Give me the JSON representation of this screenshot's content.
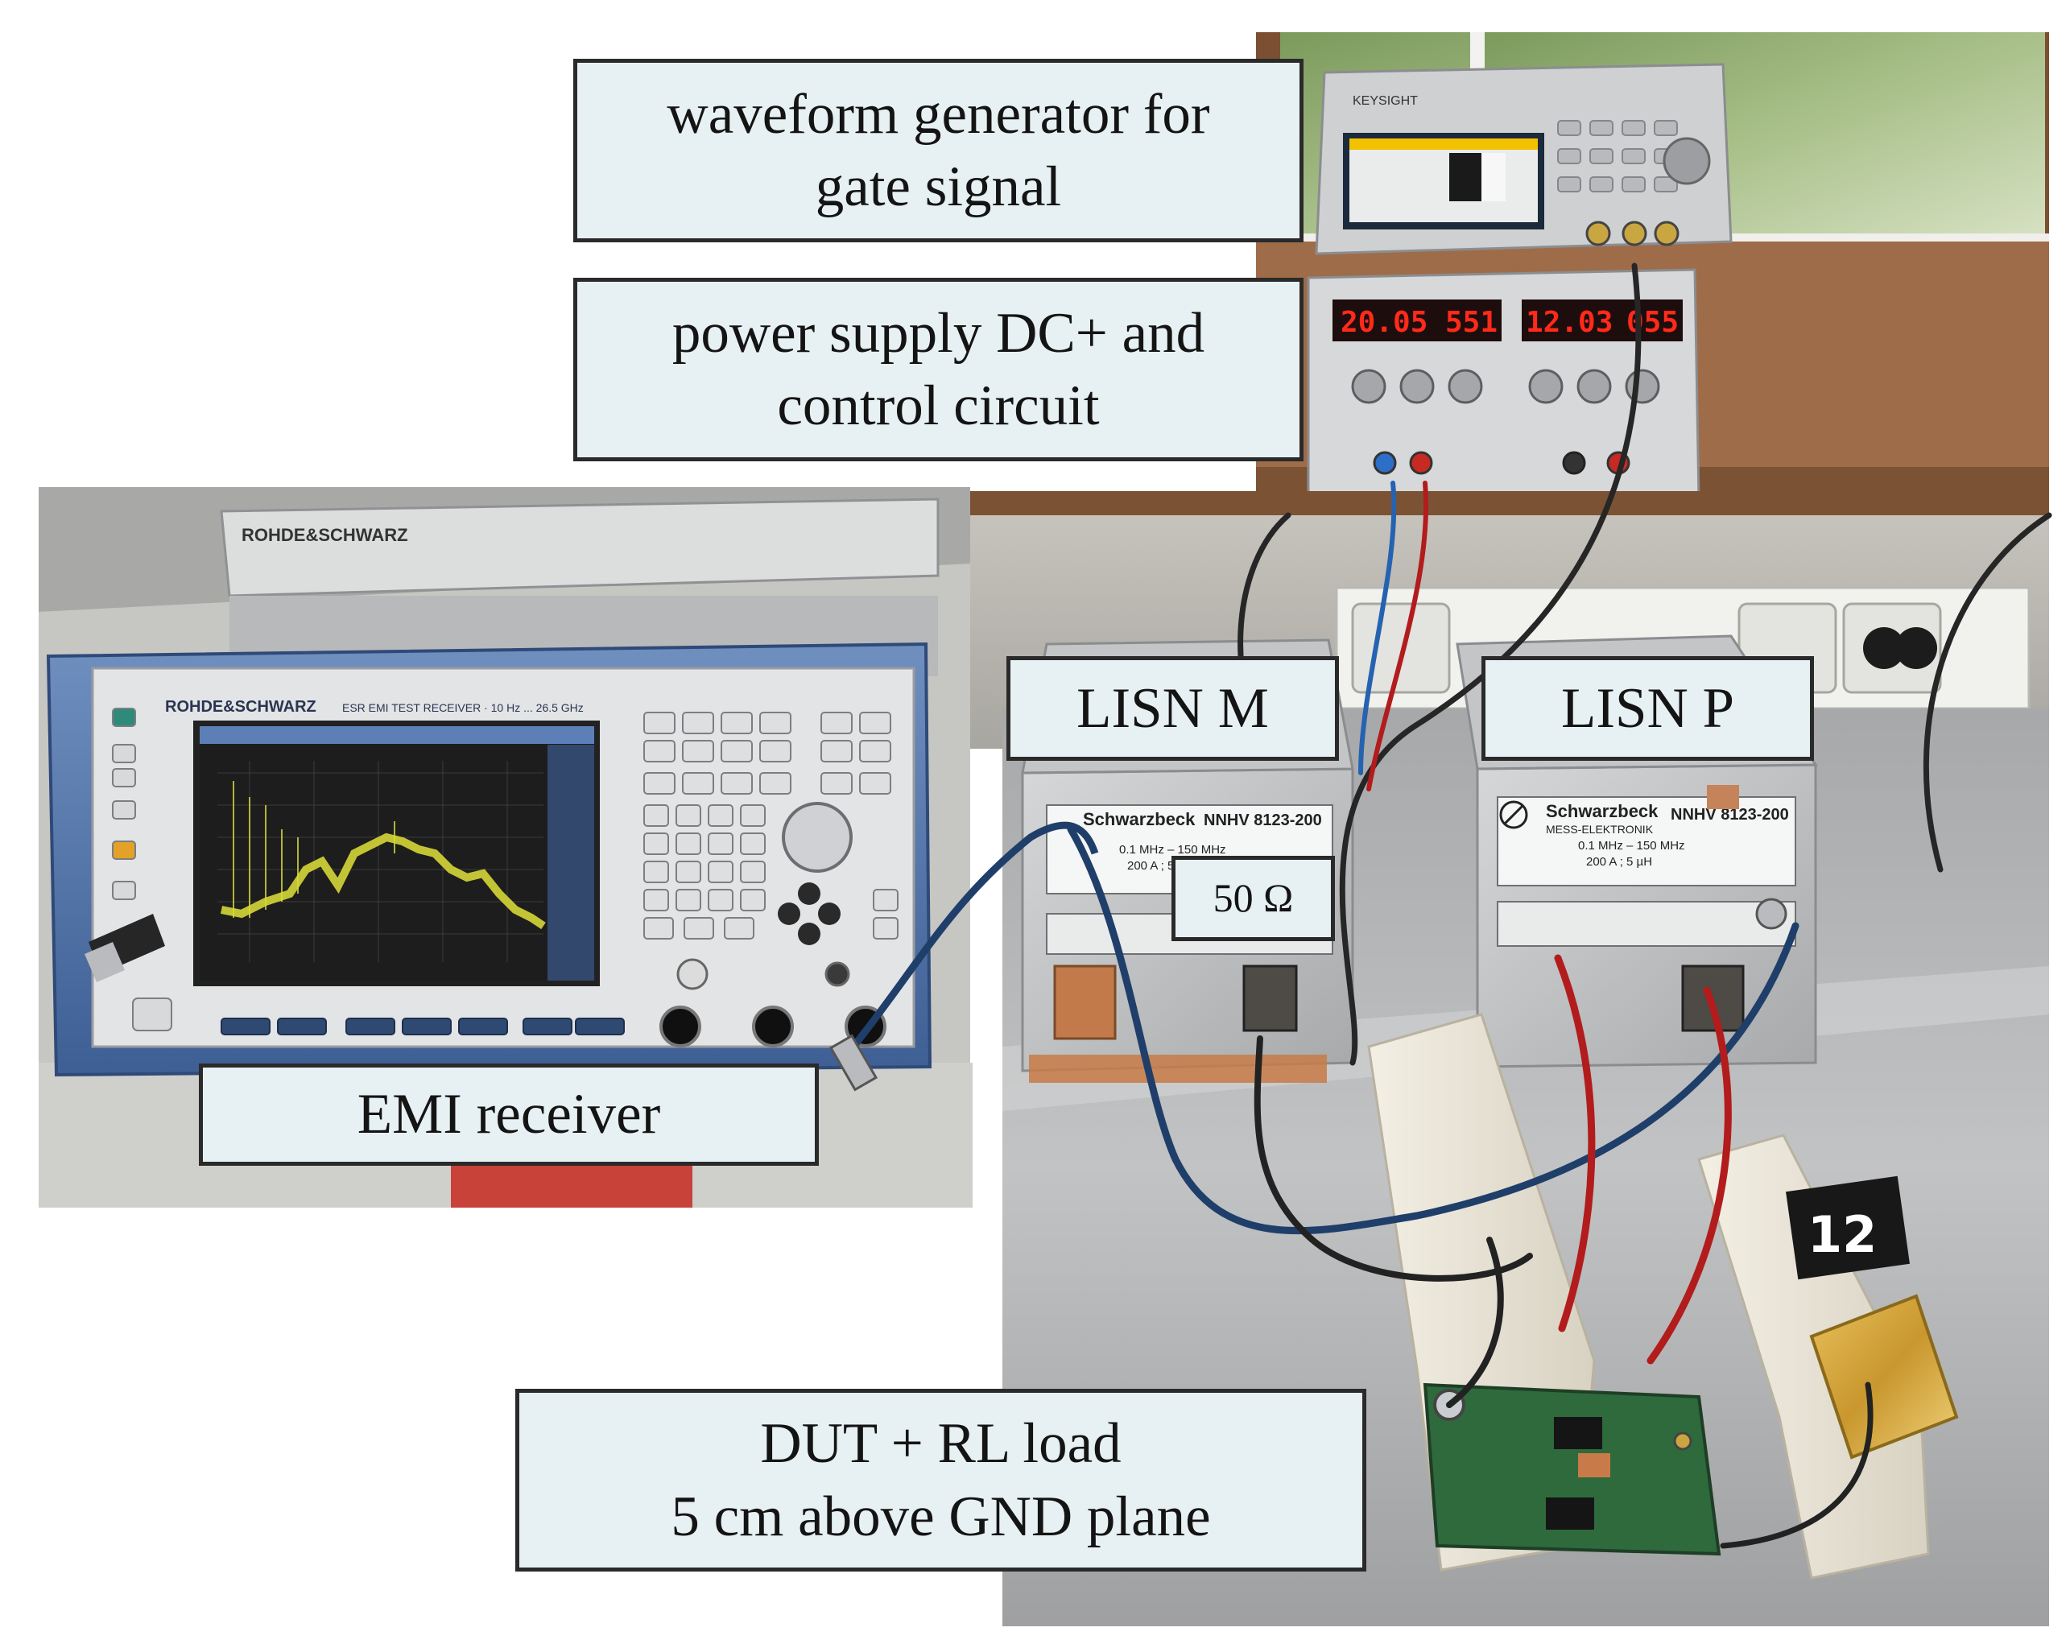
{
  "labels": {
    "waveform_line1": "waveform generator for",
    "waveform_line2": "gate signal",
    "supply_line1": "power supply DC+ and",
    "supply_line2": "control circuit",
    "lisn_m": "LISN M",
    "lisn_p": "LISN P",
    "ohm": "50 Ω",
    "emi": "EMI receiver",
    "dut_line1": "DUT + RL load",
    "dut_line2": "5 cm above GND plane"
  },
  "photo_text": {
    "receiver_brand": "ROHDE&SCHWARZ",
    "receiver_model": "ESR EMI TEST RECEIVER · 10 Hz ... 26.5 GHz",
    "generator_brand": "KEYSIGHT",
    "psu_left_v": "20.05",
    "psu_left_a": "551",
    "psu_right_v": "12.03",
    "psu_right_a": "055",
    "lisn_brand": "Schwarzbeck",
    "lisn_brand_sub": "MESS-ELEKTRONIK",
    "lisn_model": "NNHV 8123-200",
    "lisn_spec_1": "0.1 MHz – 150 MHz",
    "lisn_spec_2": "200 A ; 5 µH",
    "tag_number": "12"
  },
  "colors": {
    "label_fill": "#e7f0f2",
    "label_border": "#2a2a2a",
    "led_red": "#ff2a1a"
  }
}
